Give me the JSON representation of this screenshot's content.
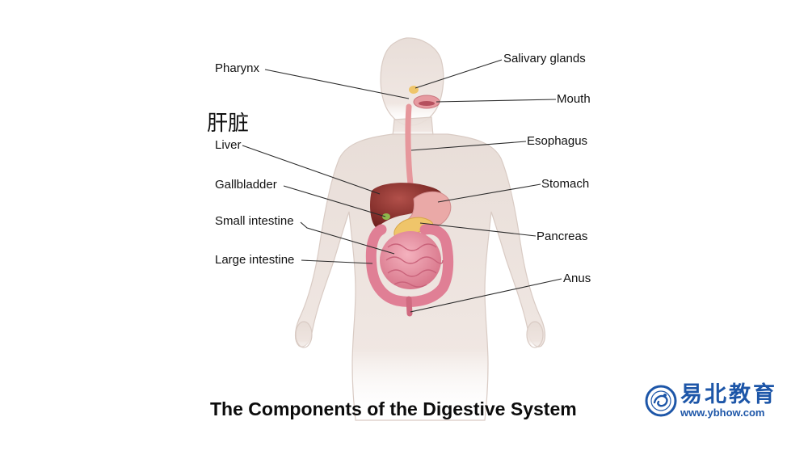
{
  "labels": {
    "pharynx": "Pharynx",
    "salivary_glands": "Salivary glands",
    "mouth": "Mouth",
    "liver_cn": "肝脏",
    "liver": "Liver",
    "esophagus": "Esophagus",
    "gallbladder": "Gallbladder",
    "stomach": "Stomach",
    "small_intestine": "Small intestine",
    "pancreas": "Pancreas",
    "large_intestine": "Large intestine",
    "anus": "Anus"
  },
  "caption": "The Components of the Digestive System",
  "brand": {
    "name_cn": "易北教育",
    "url": "www.ybhow.com"
  },
  "colors": {
    "text": "#111111",
    "leader_line": "#2a2a2a",
    "body": "#eadfd9",
    "liver": "#8e2f2b",
    "stomach": "#e9a7a5",
    "intestine": "#e58a9c",
    "pancreas": "#efc56a",
    "brand": "#1d56a8"
  }
}
